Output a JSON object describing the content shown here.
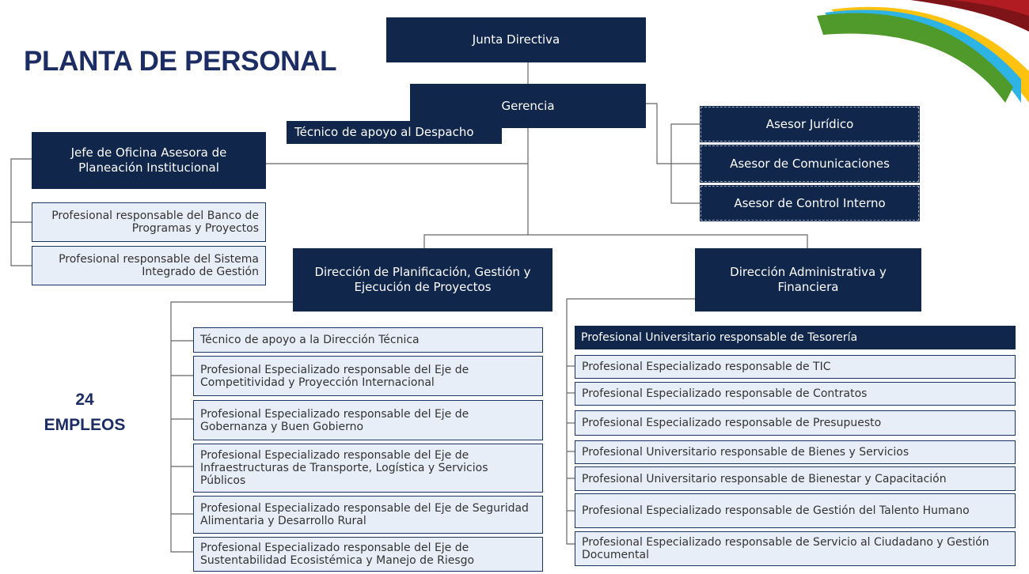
{
  "title": "PLANTA DE PERSONAL",
  "count": {
    "number": "24",
    "label": "EMPLEOS"
  },
  "junta": "Junta Directiva",
  "gerencia": "Gerencia",
  "tecnico_despacho": "Técnico de apoyo al Despacho",
  "jefe_oficina": "Jefe de Oficina Asesora de Planeación Institucional",
  "planeacion_items": [
    "Profesional responsable del Banco de Programas y Proyectos",
    "Profesional responsable del Sistema Integrado de Gestión"
  ],
  "asesores": [
    "Asesor Jurídico",
    "Asesor de Comunicaciones",
    "Asesor de Control Interno"
  ],
  "direccion_planificacion": "Dirección de Planificación, Gestión y Ejecución de Proyectos",
  "direccion_administrativa": "Dirección Administrativa y Financiera",
  "planificacion_items": [
    "Técnico de apoyo a la Dirección Técnica",
    "Profesional Especializado responsable del Eje de Competitividad y Proyección Internacional",
    "Profesional Especializado responsable del Eje de Gobernanza y Buen Gobierno",
    "Profesional Especializado responsable del Eje de Infraestructuras de Transporte, Logística y Servicios Públicos",
    "Profesional Especializado responsable del Eje de Seguridad Alimentaria y Desarrollo Rural",
    "Profesional Especializado responsable del Eje de Sustentabilidad Ecosistémica y Manejo de Riesgo"
  ],
  "administrativa_items": [
    "Profesional Universitario responsable de Tesorería",
    "Profesional Especializado responsable de TIC",
    "Profesional Especializado responsable de Contratos",
    "Profesional Especializado responsable de Presupuesto",
    "Profesional Universitario responsable de Bienes y Servicios",
    "Profesional Universitario responsable de Bienestar y Capacitación",
    "Profesional Especializado responsable de Gestión del Talento Humano",
    "Profesional Especializado responsable de Servicio al Ciudadano y Gestión Documental"
  ],
  "colors": {
    "dark_box": "#10264a",
    "light_box": "#e8eef8",
    "title": "#1b2d63"
  }
}
